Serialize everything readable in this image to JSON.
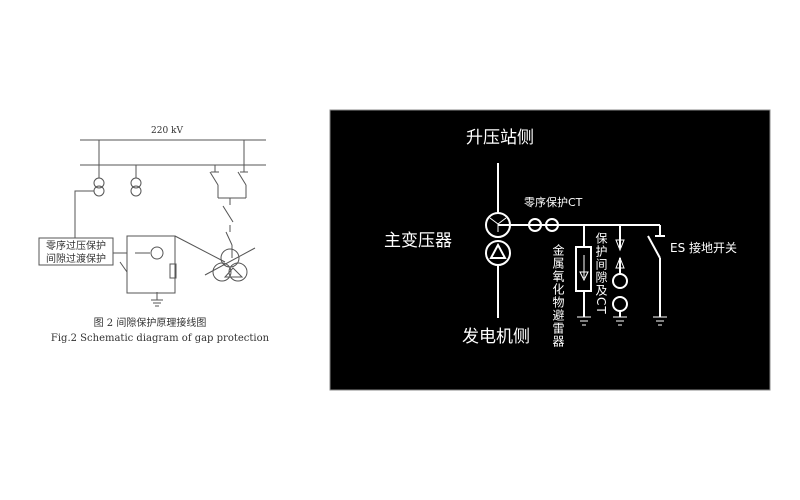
{
  "left_figure": {
    "bus_label": "220 kV",
    "protection_box": [
      "零序过压保护",
      "间隙过渡保护"
    ],
    "caption_cn": "图 2  间隙保护原理接线图",
    "caption_en": "Fig.2  Schematic diagram of gap protection",
    "line_color": "#555555"
  },
  "right_figure": {
    "background": "#000000",
    "line_color": "#ffffff",
    "top_label": "升压站侧",
    "bottom_label": "发电机侧",
    "transformer_label": "主变压器",
    "ct_label": "零序保护CT",
    "arrester_label": "金属氧化物避雷器",
    "gap_label": "保护间隙及CT",
    "switch_label": "ES 接地开关"
  }
}
